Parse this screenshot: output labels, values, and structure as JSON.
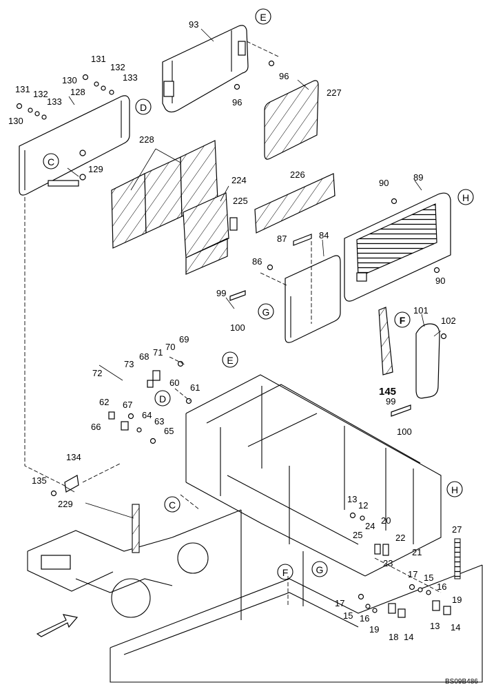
{
  "diagram": {
    "reference_code": "BS09B486",
    "callouts": [
      {
        "id": "C1",
        "text": "C"
      },
      {
        "id": "C2",
        "text": "C"
      },
      {
        "id": "D1",
        "text": "D"
      },
      {
        "id": "D2",
        "text": "D"
      },
      {
        "id": "E1",
        "text": "E"
      },
      {
        "id": "E2",
        "text": "E"
      },
      {
        "id": "F1",
        "text": "F"
      },
      {
        "id": "F2",
        "text": "F"
      },
      {
        "id": "G1",
        "text": "G"
      },
      {
        "id": "G2",
        "text": "G"
      },
      {
        "id": "H1",
        "text": "H"
      },
      {
        "id": "H2",
        "text": "H"
      }
    ],
    "part_labels": [
      {
        "id": "p93",
        "text": "93"
      },
      {
        "id": "p96a",
        "text": "96"
      },
      {
        "id": "p96b",
        "text": "96"
      },
      {
        "id": "p227",
        "text": "227"
      },
      {
        "id": "p131a",
        "text": "131"
      },
      {
        "id": "p132a",
        "text": "132"
      },
      {
        "id": "p130a",
        "text": "130"
      },
      {
        "id": "p133a",
        "text": "133"
      },
      {
        "id": "p131b",
        "text": "131"
      },
      {
        "id": "p132b",
        "text": "132"
      },
      {
        "id": "p128",
        "text": "128"
      },
      {
        "id": "p133b",
        "text": "133"
      },
      {
        "id": "p130b",
        "text": "130"
      },
      {
        "id": "p228",
        "text": "228"
      },
      {
        "id": "p129",
        "text": "129"
      },
      {
        "id": "p226",
        "text": "226"
      },
      {
        "id": "p224",
        "text": "224"
      },
      {
        "id": "p225",
        "text": "225"
      },
      {
        "id": "p90a",
        "text": "90"
      },
      {
        "id": "p89",
        "text": "89"
      },
      {
        "id": "p87",
        "text": "87"
      },
      {
        "id": "p84",
        "text": "84"
      },
      {
        "id": "p86",
        "text": "86"
      },
      {
        "id": "p90b",
        "text": "90"
      },
      {
        "id": "p99a",
        "text": "99"
      },
      {
        "id": "p100a",
        "text": "100"
      },
      {
        "id": "p101",
        "text": "101"
      },
      {
        "id": "p102",
        "text": "102"
      },
      {
        "id": "p145",
        "text": "145"
      },
      {
        "id": "p99b",
        "text": "99"
      },
      {
        "id": "p100b",
        "text": "100"
      },
      {
        "id": "p69",
        "text": "69"
      },
      {
        "id": "p70",
        "text": "70"
      },
      {
        "id": "p71",
        "text": "71"
      },
      {
        "id": "p68",
        "text": "68"
      },
      {
        "id": "p73",
        "text": "73"
      },
      {
        "id": "p72",
        "text": "72"
      },
      {
        "id": "p60",
        "text": "60"
      },
      {
        "id": "p61",
        "text": "61"
      },
      {
        "id": "p62",
        "text": "62"
      },
      {
        "id": "p67",
        "text": "67"
      },
      {
        "id": "p64",
        "text": "64"
      },
      {
        "id": "p63",
        "text": "63"
      },
      {
        "id": "p65",
        "text": "65"
      },
      {
        "id": "p66",
        "text": "66"
      },
      {
        "id": "p134",
        "text": "134"
      },
      {
        "id": "p135",
        "text": "135"
      },
      {
        "id": "p229",
        "text": "229"
      },
      {
        "id": "p13a",
        "text": "13"
      },
      {
        "id": "p12",
        "text": "12"
      },
      {
        "id": "p24",
        "text": "24"
      },
      {
        "id": "p20",
        "text": "20"
      },
      {
        "id": "p25",
        "text": "25"
      },
      {
        "id": "p22",
        "text": "22"
      },
      {
        "id": "p23",
        "text": "23"
      },
      {
        "id": "p21",
        "text": "21"
      },
      {
        "id": "p27",
        "text": "27"
      },
      {
        "id": "p17a",
        "text": "17"
      },
      {
        "id": "p15a",
        "text": "15"
      },
      {
        "id": "p16a",
        "text": "16"
      },
      {
        "id": "p19a",
        "text": "19"
      },
      {
        "id": "p13b",
        "text": "13"
      },
      {
        "id": "p14a",
        "text": "14"
      },
      {
        "id": "p17b",
        "text": "17"
      },
      {
        "id": "p15b",
        "text": "15"
      },
      {
        "id": "p16b",
        "text": "16"
      },
      {
        "id": "p19b",
        "text": "19"
      },
      {
        "id": "p18",
        "text": "18"
      },
      {
        "id": "p14b",
        "text": "14"
      }
    ]
  }
}
